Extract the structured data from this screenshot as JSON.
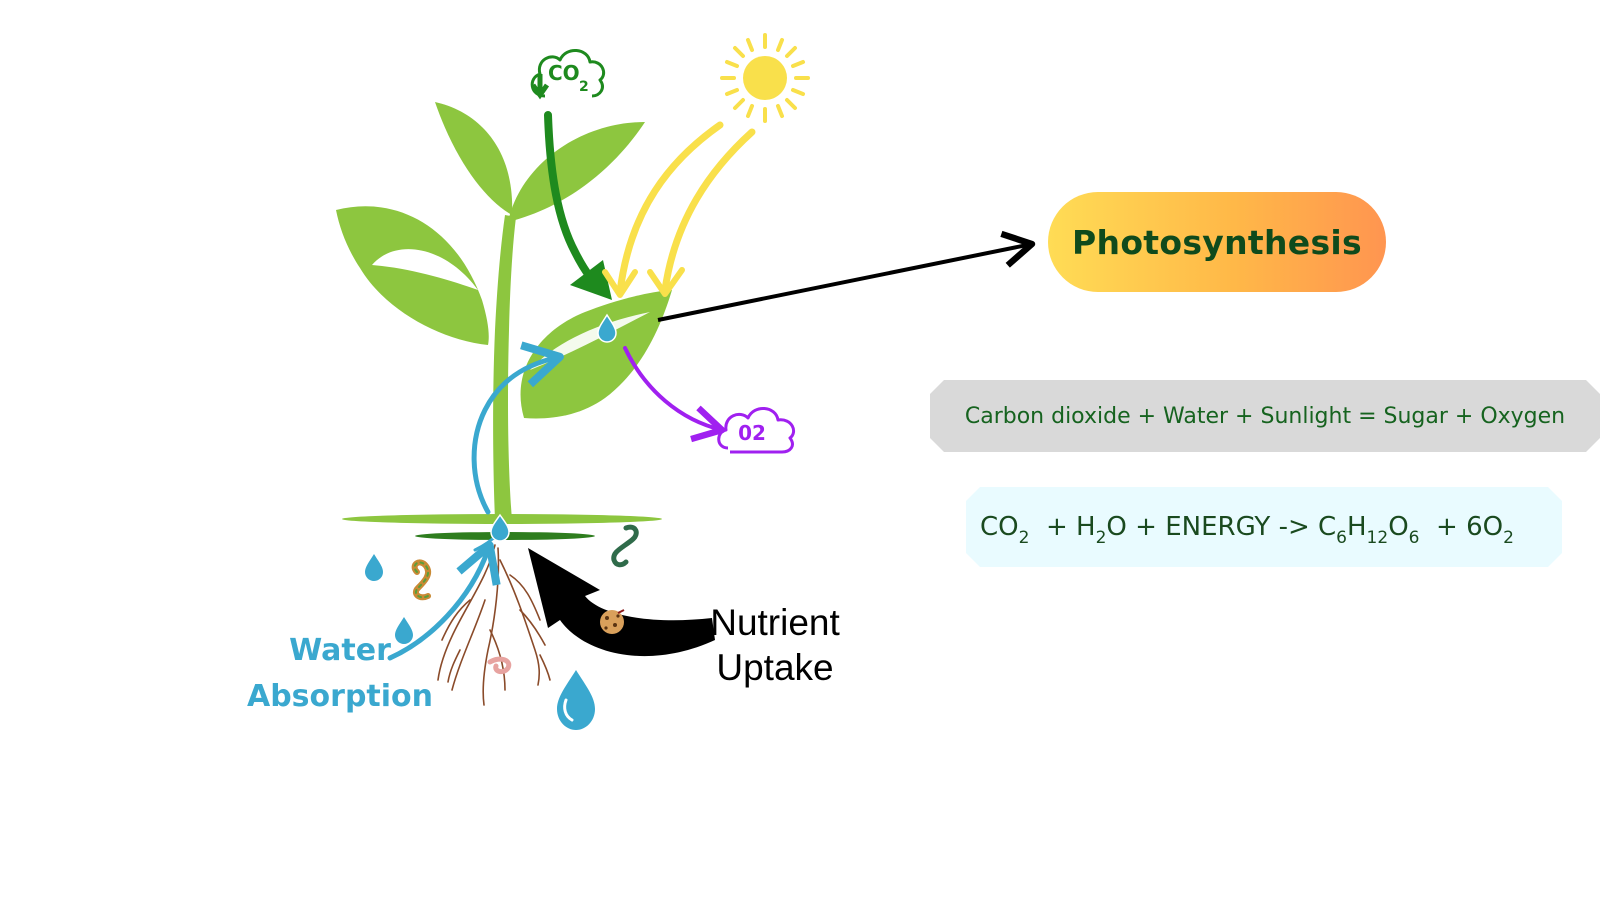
{
  "title": "Photosynthesis",
  "word_equation": "Carbon dioxide + Water + Sunlight = Sugar + Oxygen",
  "chemical_equation": {
    "terms": [
      {
        "text": "CO",
        "sub": "2"
      },
      {
        "text": "  + H",
        "sub": "2"
      },
      {
        "text": "O + ENERGY -> C",
        "sub": "6"
      },
      {
        "text": "H",
        "sub": "12"
      },
      {
        "text": "O",
        "sub": "6"
      },
      {
        "text": "  + 6O",
        "sub": "2"
      }
    ]
  },
  "labels": {
    "co2_base": "CO",
    "co2_sub": "2",
    "o2": "02",
    "water_line1": "Water",
    "water_line2": "Absorption",
    "nutrient_line1": "Nutrient",
    "nutrient_line2": "Uptake"
  },
  "colors": {
    "leaf_green": "#8dc63f",
    "co2_arrow": "#1e8a1e",
    "sunlight": "#f9e04b",
    "water": "#3aa8cf",
    "oxygen": "#a020f0",
    "title_text": "#0f4a1c",
    "nutrient_arrow": "#000000"
  },
  "icons": [
    "co2-cloud-icon",
    "sun-icon",
    "o2-cloud-icon",
    "water-drop-icon",
    "worm-icon",
    "cookie-icon"
  ]
}
